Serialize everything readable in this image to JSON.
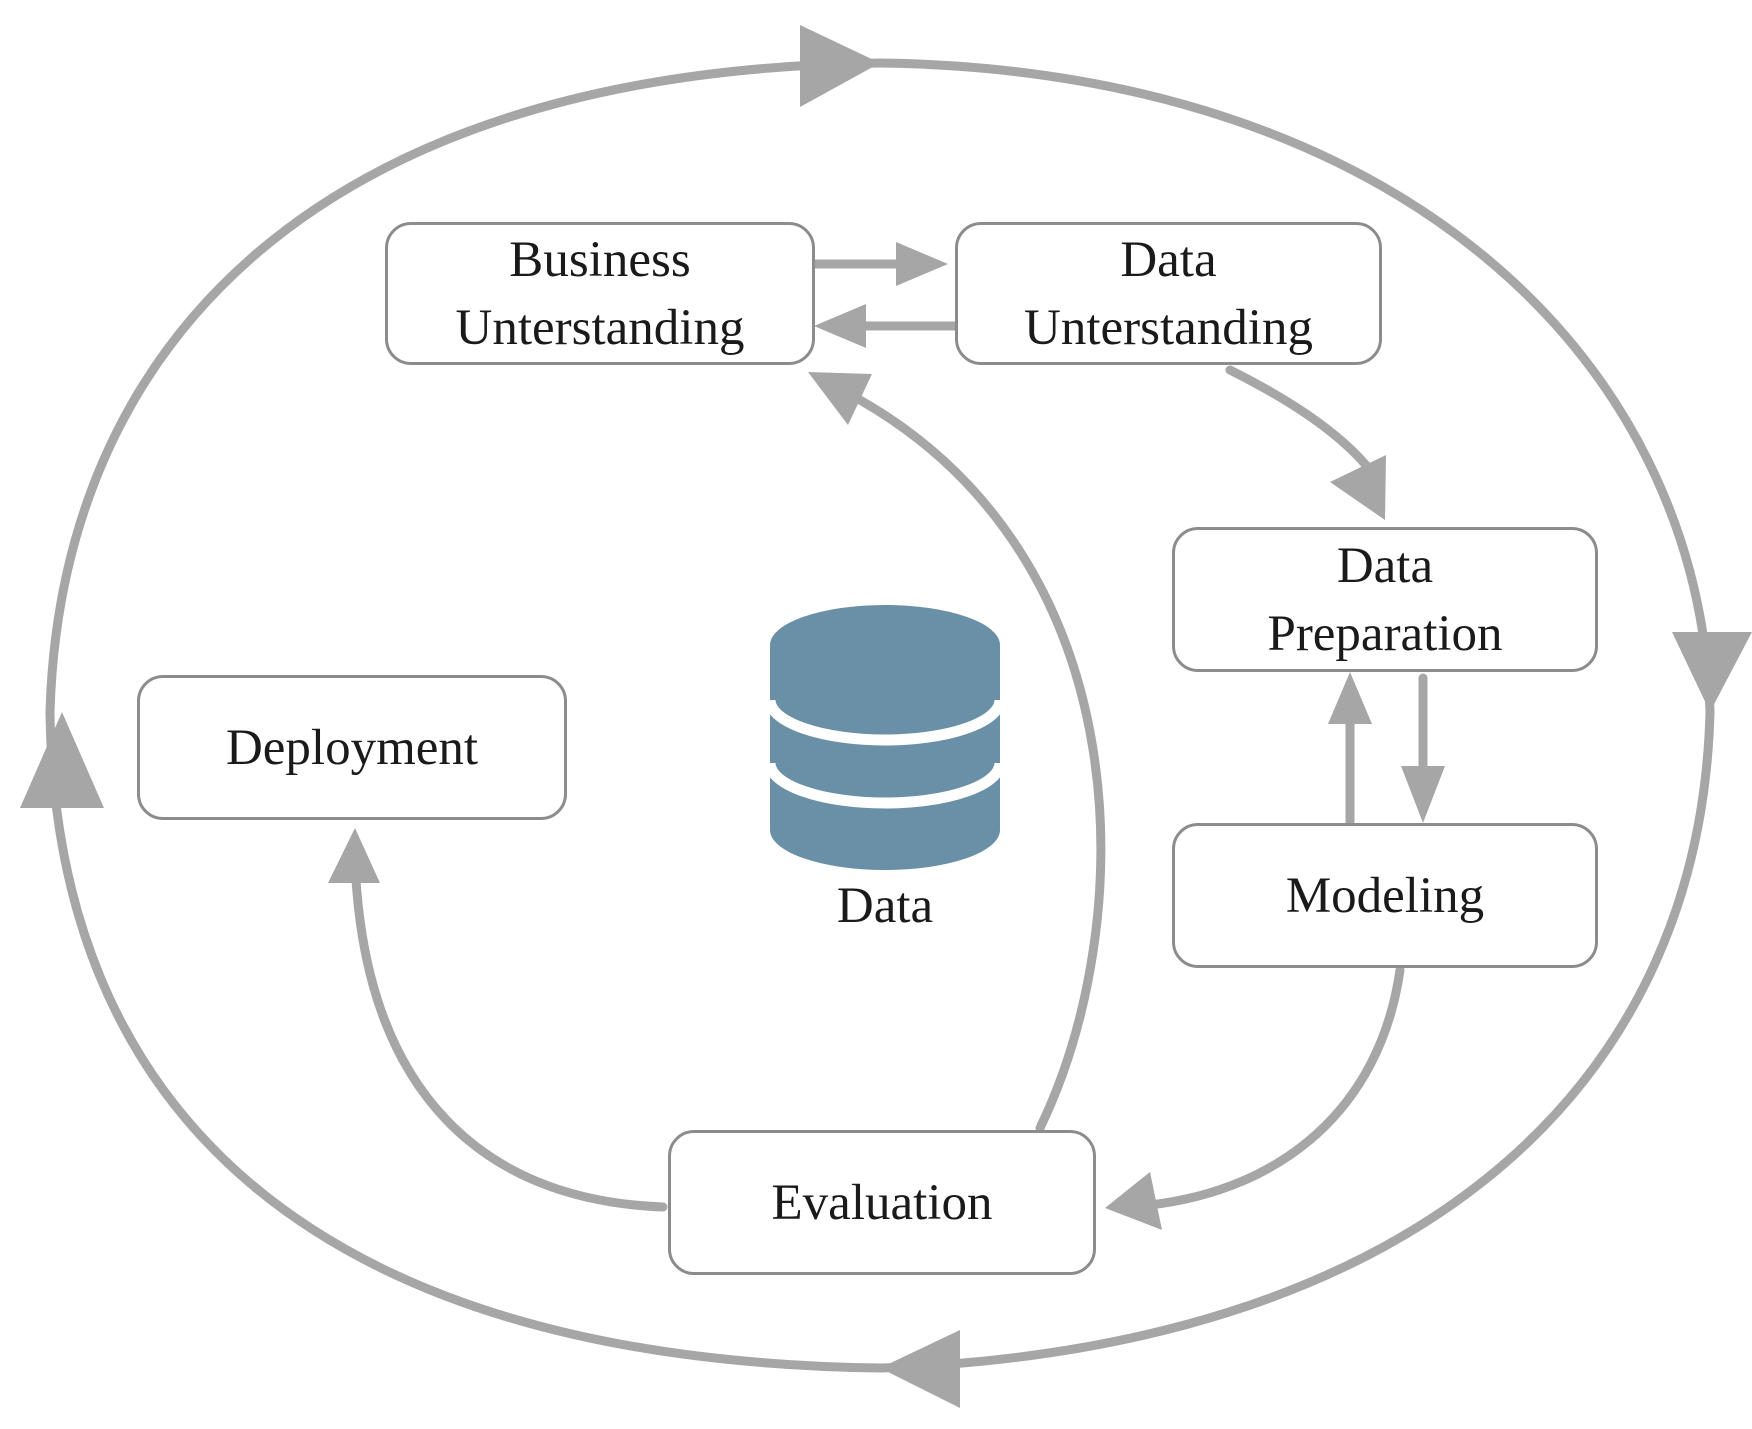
{
  "phases": {
    "business_understanding": [
      "Business",
      "Unterstanding"
    ],
    "data_understanding": [
      "Data",
      "Unterstanding"
    ],
    "data_preparation": [
      "Data",
      "Preparation"
    ],
    "modeling": "Modeling",
    "evaluation": "Evaluation",
    "deployment": "Deployment"
  },
  "data_store": {
    "label": "Data",
    "icon": "database-icon",
    "color": "#6990a6"
  },
  "colors": {
    "arrow": "#a6a6a6",
    "box_border": "#8c8c8c",
    "text": "#1a1a1a"
  }
}
